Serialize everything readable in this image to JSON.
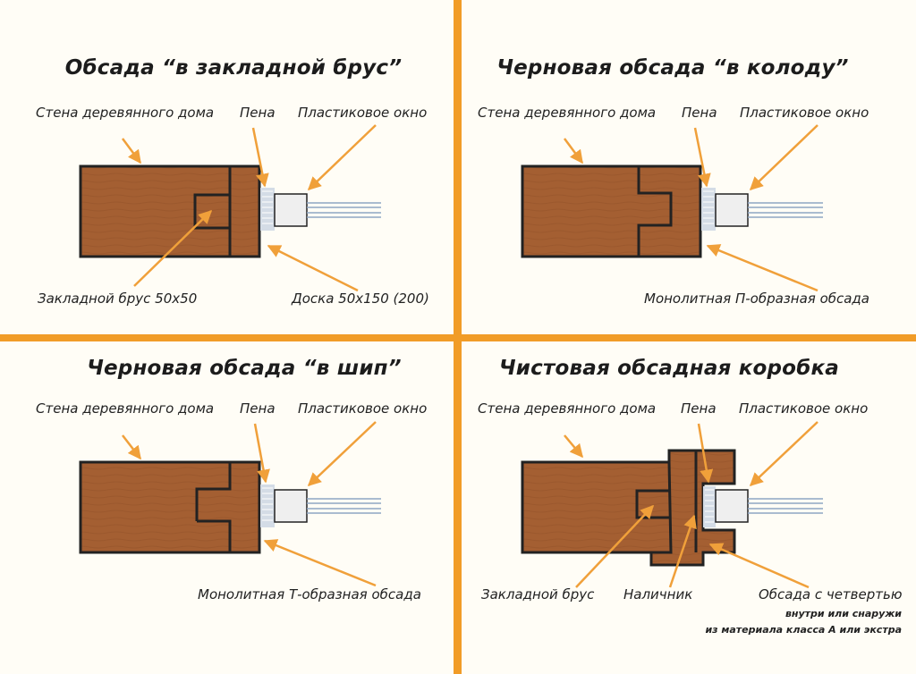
{
  "colors": {
    "wood": "#a45f32",
    "outline": "#222222",
    "arrow": "#f0a03a",
    "divider": "#f19c28",
    "background": "#fffdf6",
    "foam": "#d4dce6",
    "window": "#efefef"
  },
  "panels": [
    {
      "title": "Обсада “в закладной брус”",
      "wall_label": "Стена деревянного дома",
      "foam_label": "Пена",
      "window_label": "Пластиковое окно",
      "bottom_left_label": "Закладной брус 50х50",
      "bottom_right_label": "Доска 50х150 (200)"
    },
    {
      "title": "Черновая обсада “в колоду”",
      "wall_label": "Стена деревянного дома",
      "foam_label": "Пена",
      "window_label": "Пластиковое окно",
      "bottom_right_label": "Монолитная П-образная обсада"
    },
    {
      "title": "Черновая обсада “в шип”",
      "wall_label": "Стена деревянного дома",
      "foam_label": "Пена",
      "window_label": "Пластиковое окно",
      "bottom_right_label": "Монолитная Т-образная обсада"
    },
    {
      "title": "Чистовая обсадная коробка",
      "wall_label": "Стена деревянного дома",
      "foam_label": "Пена",
      "window_label": "Пластиковое окно",
      "bottom_left_label": "Закладной брус",
      "bottom_mid_label": "Наличник",
      "bottom_right_label": "Обсада с четвертью",
      "note_line1": "внутри или снаружи",
      "note_line2": "из материала класса А или экстра"
    }
  ]
}
